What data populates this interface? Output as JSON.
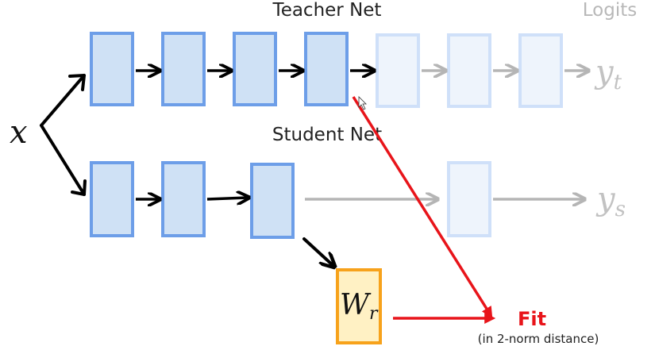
{
  "labels": {
    "teacher_net": "Teacher Net",
    "student_net": "Student Net",
    "logits": "Logits",
    "fit": "Fit",
    "fit_note": "(in 2-norm distance)"
  },
  "math": {
    "input": "x",
    "teacher_output_base": "y",
    "teacher_output_sub": "t",
    "student_output_base": "y",
    "student_output_sub": "s",
    "regressor_base": "W",
    "regressor_sub": "r"
  },
  "colors": {
    "block_fill": "#cfe1f5",
    "block_stroke": "#6d9ee8",
    "faded_fill": "#eef4fc",
    "faded_stroke": "#cfe0f9",
    "regressor_fill": "#fff1c4",
    "regressor_stroke": "#f7a21b",
    "arrow_black": "#000000",
    "arrow_gray": "#b5b5b5",
    "fit_red": "#e8141a",
    "label_gray": "#b8b8b8"
  }
}
